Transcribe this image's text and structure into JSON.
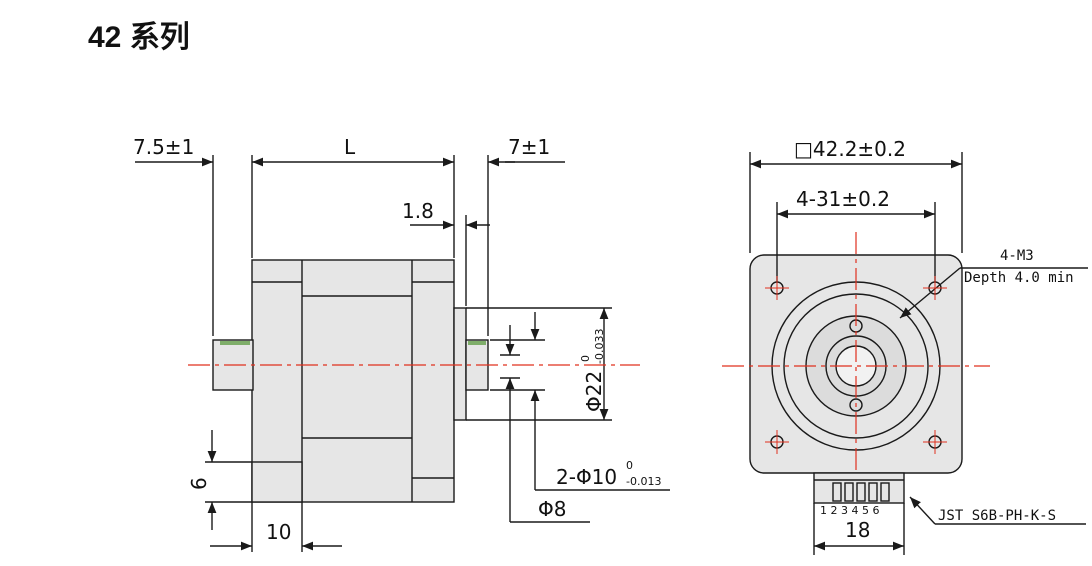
{
  "title": "42 系列",
  "side_view": {
    "dim_front_shaft": "7.5±1",
    "dim_length": "L",
    "dim_rear_shaft": "7±1",
    "dim_boss_height": "1.8",
    "dim_boss_dia_main": "Φ22",
    "dim_boss_dia_upper": "0",
    "dim_boss_dia_lower": "-0.033",
    "dim_shaft_dia_main": "2-Φ10",
    "dim_shaft_dia_upper": "0",
    "dim_shaft_dia_lower": "-0.013",
    "dim_flat": "Φ8",
    "dim_flange_thickness": "6",
    "dim_flange_width": "10"
  },
  "front_view": {
    "dim_square": "□42.2±0.2",
    "dim_hole_spacing": "4-31±0.2",
    "hole_note_line1": "4-M3",
    "hole_note_line2": "Depth 4.0 min",
    "connector_pins": "1 2 3 4 5 6",
    "dim_connector_width": "18",
    "connector_label": "JST S6B-PH-K-S"
  },
  "colors": {
    "body_fill": "#e6e6e6",
    "line": "#1a1a1a",
    "centerline": "#e0301e",
    "shaft_accent": "#7fae6a"
  }
}
